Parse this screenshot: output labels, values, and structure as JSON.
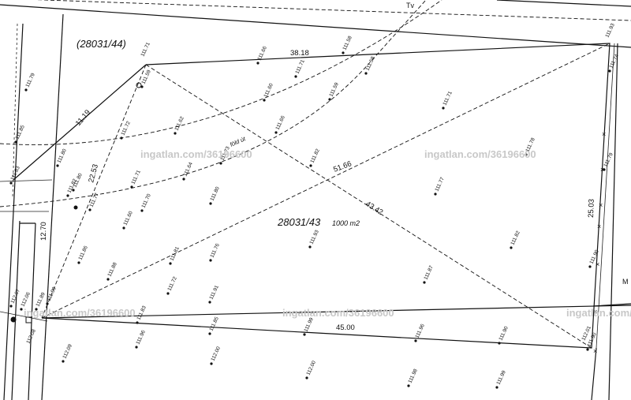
{
  "map": {
    "parcels": [
      {
        "id": "neighbor",
        "label": "(28031/44)"
      },
      {
        "id": "main",
        "label": "28031/43",
        "area": "1000 m2"
      }
    ],
    "side_lengths": [
      "38.18",
      "11.19",
      "22.53",
      "12.70",
      "45.00",
      "25.03"
    ],
    "diagonals": [
      "51.66",
      "43.42"
    ],
    "annotations": {
      "fold": "föld út",
      "tv": "Tv",
      "edge_letter": "M"
    },
    "corner_elevations": [
      "111.71",
      "111.93",
      "112.01",
      "112.08"
    ],
    "spot_elevations": [
      "111.66",
      "111.71",
      "111.58",
      "111.58",
      "111.60",
      "111.59",
      "111.71",
      "111.59",
      "111.62",
      "111.72",
      "111.66",
      "111.82",
      "111.78",
      "111.64",
      "111.73",
      "111.71",
      "111.80",
      "111.77",
      "111.70",
      "111.60",
      "111.93",
      "111.82",
      "111.77",
      "111.81",
      "111.86",
      "111.88",
      "111.76",
      "111.87",
      "111.90",
      "111.72",
      "111.91",
      "111.83",
      "111.85",
      "111.99",
      "111.96",
      "111.90",
      "112.09",
      "111.96",
      "112.00",
      "112.00",
      "111.98",
      "111.99",
      "111.79",
      "111.85",
      "111.80",
      "111.80",
      "111.90",
      "111.83",
      "111.82",
      "111.89",
      "112.07",
      "112.06",
      "111.99",
      "111.74",
      "111.79"
    ],
    "watermarks": [
      "ingatlan.com/36196600"
    ]
  }
}
